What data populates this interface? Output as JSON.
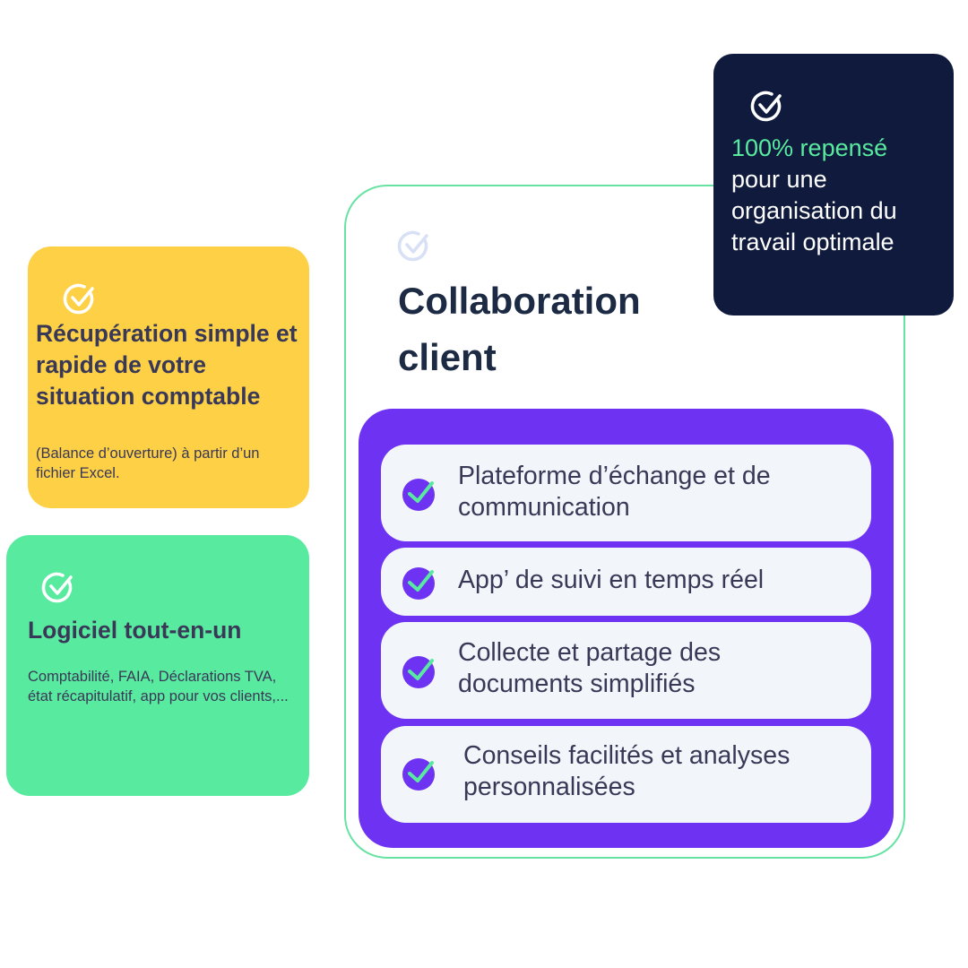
{
  "cards": {
    "yellow": {
      "title": "Récupération simple et rapide de votre situation comptable",
      "desc": "(Balance d’ouverture) à partir d’un fichier Excel."
    },
    "green": {
      "title": "Logiciel tout-en-un",
      "desc": "Comptabilité, FAIA, Déclarations TVA, état récapitulatif, app pour vos clients,..."
    },
    "main": {
      "title": "Collaboration client",
      "items": [
        "Plateforme d’échange et de communication",
        "App’ de suivi en temps réel",
        "Collecte et partage des documents simplifiés",
        "Conseils facilités et analyses personnalisées"
      ]
    },
    "navy": {
      "lead": "100% repensé",
      "rest": "pour une organisation du travail optimale"
    }
  },
  "colors": {
    "yellow": "#fdd046",
    "green": "#58eba0",
    "navy": "#0f1a3d",
    "purple": "#6e33f2",
    "outline": "#66e3a3"
  },
  "icons": {
    "card_icon": "check-circle-icon",
    "list_icon": "check-circle-filled-icon"
  }
}
